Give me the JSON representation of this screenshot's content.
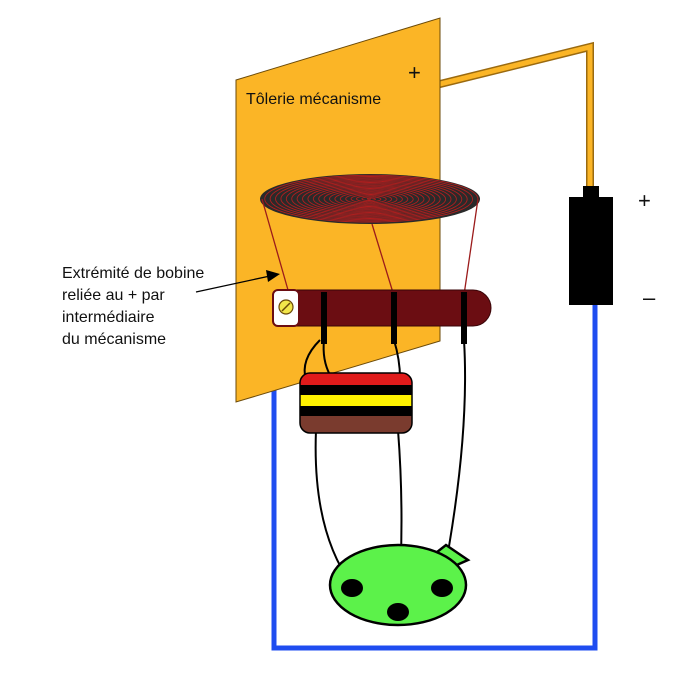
{
  "diagram": {
    "plate_label": "Tôlerie mécanisme",
    "plate_plus": "+",
    "battery_plus": "+",
    "battery_minus": "–",
    "annotation_lines": [
      "Extrémité de bobine",
      "reliée au + par",
      "intermédiaire",
      "du mécanisme"
    ],
    "colors": {
      "plate": "#FBB526",
      "plate_wire": "#FBB526",
      "negative_wire": "#1F4DF0",
      "coil": "#9B1B1B",
      "terminal_bar": "#6B0D12",
      "battery": "#000000",
      "capacitor_red": "#E01B1B",
      "capacitor_yellow": "#FFF200",
      "capacitor_brown": "#7A3B2E",
      "connector": "#5CF24A"
    }
  }
}
